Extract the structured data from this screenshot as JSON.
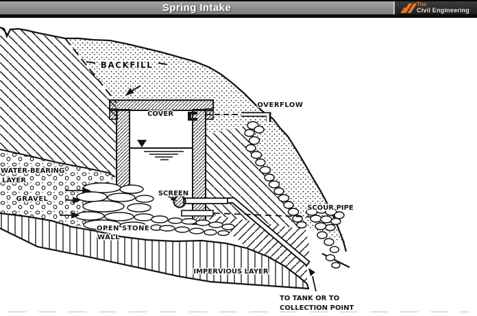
{
  "header": {
    "title": "Spring Intake",
    "logo": {
      "brand_top": "The",
      "brand_bottom": "Civil Engineering",
      "accent_color": "#e87722",
      "bar_color": "#8c8c8c"
    }
  },
  "diagram": {
    "ink_color": "#141414",
    "labels": {
      "backfill": "BACKFILL",
      "cover": "COVER",
      "overflow": "OVERFLOW",
      "water_bearing_1": "WATER-BEARING",
      "water_bearing_2": "LAYER",
      "gravel": "GRAVEL",
      "screen": "SCREEN",
      "scour_pipe": "SCOUR PIPE",
      "open_stone_1": "OPEN STONE",
      "open_stone_2": "WALL",
      "impervious_layer": "IMPERVIOUS LAYER",
      "outlet_1": "TO TANK OR TO",
      "outlet_2": "COLLECTION POINT"
    }
  }
}
